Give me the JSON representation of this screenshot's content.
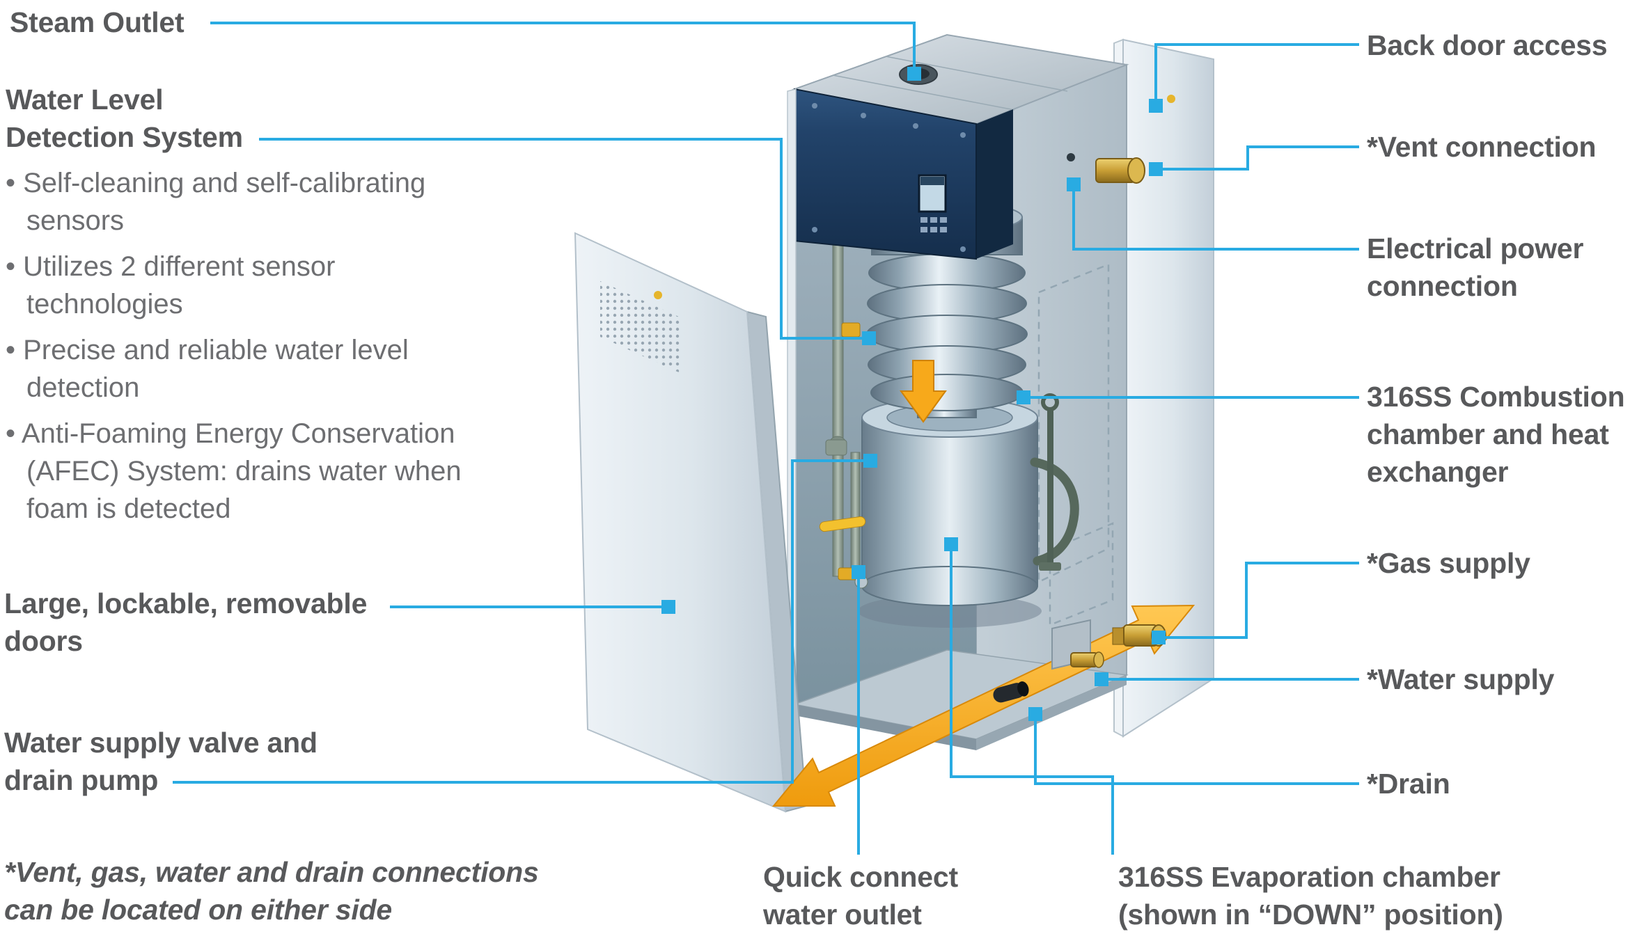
{
  "colors": {
    "leader_line": "#29abe2",
    "heading_text": "#58595b",
    "body_text": "#6d6e71",
    "arrow_yellow": "#f6a81c",
    "control_panel_navy": "#1d3c60",
    "brass": "#c89e35"
  },
  "callouts": {
    "left": {
      "steam_outlet": "Steam Outlet",
      "water_level": {
        "title": "Water Level\nDetection System",
        "bullets": [
          "Self-cleaning and self-calibrating\nsensors",
          "Utilizes 2 different sensor\ntechnologies",
          "Precise and reliable water level\ndetection",
          "Anti-Foaming Energy Conservation\n(AFEC) System: drains water when\nfoam is detected"
        ]
      },
      "doors": "Large, lockable, removable\ndoors",
      "water_supply_valve": "Water supply valve and\ndrain pump",
      "footnote": "*Vent, gas, water and drain connections\ncan be located on either side"
    },
    "right": {
      "back_door": "Back door access",
      "vent": "*Vent connection",
      "electrical": "Electrical power\nconnection",
      "combustion": "316SS Combustion\nchamber and heat\nexchanger",
      "gas": "*Gas supply",
      "water": "*Water supply",
      "drain": "*Drain"
    },
    "bottom": {
      "quick_connect": "Quick connect\nwater outlet",
      "evaporation": "316SS Evaporation chamber\n(shown in “DOWN” position)"
    }
  }
}
